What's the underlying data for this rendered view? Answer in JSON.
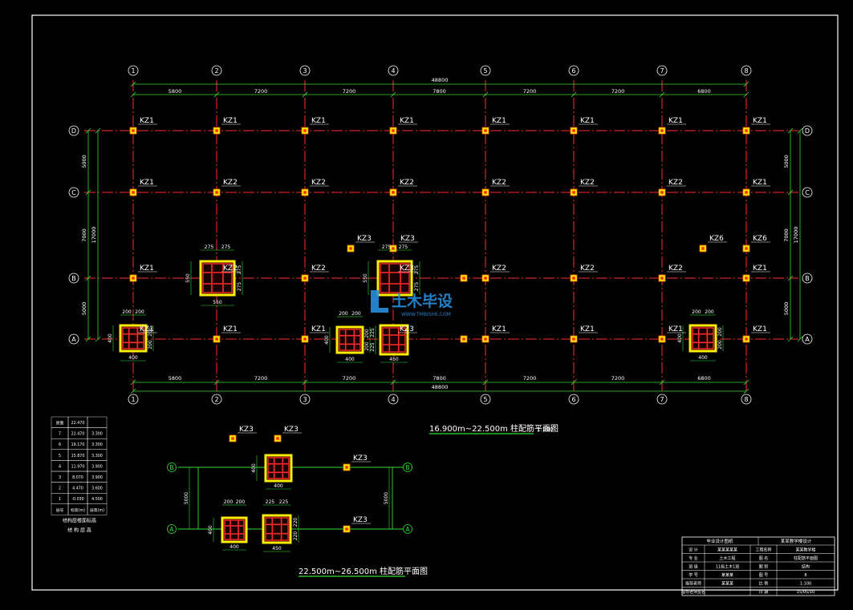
{
  "colors": {
    "background": "#000000",
    "frame": "#ffffff",
    "grid_line": "#ff2a2a",
    "dimension": "#33dd33",
    "column": "#ffee00",
    "text": "#ffffff",
    "watermark": "#2a8fdd"
  },
  "main_plan": {
    "title": "16.900m~22.500m 柱配筋平面图",
    "scale": "1:100",
    "axis_numbers": [
      "1",
      "2",
      "3",
      "4",
      "5",
      "6",
      "7",
      "8"
    ],
    "axis_letters": [
      "D",
      "C",
      "B",
      "A"
    ],
    "bay_dims": [
      "5800",
      "7200",
      "7200",
      "7800",
      "7200",
      "7200",
      "6800"
    ],
    "total_length": "48800",
    "span_dims": [
      "5000",
      "7000",
      "5000"
    ],
    "total_depth": "17000",
    "row_D_labels": [
      "KZ1",
      "KZ1",
      "KZ1",
      "KZ1",
      "KZ1",
      "KZ1",
      "KZ1",
      "KZ1"
    ],
    "row_C_labels": [
      "KZ1",
      "KZ2",
      "KZ2",
      "KZ2",
      "KZ2",
      "KZ2",
      "KZ2",
      "KZ1"
    ],
    "row_B_labels": [
      "KZ1",
      "KZ2",
      "KZ2",
      "KZ3",
      "KZ2",
      "KZ2",
      "KZ2",
      "KZ1"
    ],
    "row_A_labels": [
      "KZ1",
      "KZ1",
      "KZ1",
      "KZ3",
      "KZ1",
      "KZ1",
      "KZ1",
      "KZ1"
    ],
    "extra_labels": {
      "kz3_top_a": "KZ3",
      "kz3_top_b": "KZ3",
      "kz6_a": "KZ6",
      "kz6_b": "KZ6"
    },
    "section_dims": {
      "s550_top": [
        "275",
        "275"
      ],
      "s550_side": [
        "275",
        "275"
      ],
      "s550_width": "550",
      "s550_height": "550",
      "s400_top": [
        "200",
        "200"
      ],
      "s400_side": [
        "200",
        "200"
      ],
      "s400_width": "400",
      "s400_height": "400",
      "s450_side": [
        "225",
        "225"
      ],
      "s450_width": "450"
    }
  },
  "sub_plan": {
    "title": "22.500m~26.500m 柱配筋平面图",
    "axis_letters": [
      "B",
      "A"
    ],
    "span_dim": "5000",
    "labels": [
      "KZ3",
      "KZ3",
      "KZ3",
      "KZ3"
    ],
    "dims": {
      "s400_width": "400",
      "s400_height": "400",
      "s400_top": [
        "200",
        "200"
      ],
      "s450_top": [
        "225",
        "225"
      ],
      "s450_width": "450",
      "s450_side": [
        "220",
        "220"
      ]
    }
  },
  "level_table": {
    "rows": [
      [
        "屋面",
        "22.470",
        ""
      ],
      [
        "7",
        "22.470",
        "3.300"
      ],
      [
        "6",
        "19.170",
        "3.300"
      ],
      [
        "5",
        "15.870",
        "3.300"
      ],
      [
        "4",
        "11.970",
        "3.900"
      ],
      [
        "3",
        "8.070",
        "3.900"
      ],
      [
        "2",
        "4.470",
        "3.600"
      ],
      [
        "1",
        "-0.030",
        "4.500"
      ],
      [
        "层号",
        "标高(m)",
        "层高(m)"
      ]
    ],
    "caption_1": "结构层楼面标高",
    "caption_2": "结 构 层 高"
  },
  "title_block": {
    "header_left": "毕业设计图纸",
    "header_right": "某某教学楼设计",
    "rows": [
      [
        "设 计",
        "某某某某某",
        "工程名称",
        "某某教学楼"
      ],
      [
        "专 业",
        "土木工程",
        "图 名",
        "柱配筋平面图"
      ],
      [
        "班 级",
        "11级土木1班",
        "图 别",
        "结构"
      ],
      [
        "学 号",
        "某某某",
        "图 号",
        "8"
      ],
      [
        "指导老师",
        "某某某",
        "比 例",
        "1:100"
      ],
      [
        "指导老师签名",
        "",
        "日 期",
        "15/05/10"
      ]
    ]
  },
  "watermark": {
    "brand": "土木毕设",
    "url": "WWW.TMBISHE.COM"
  }
}
